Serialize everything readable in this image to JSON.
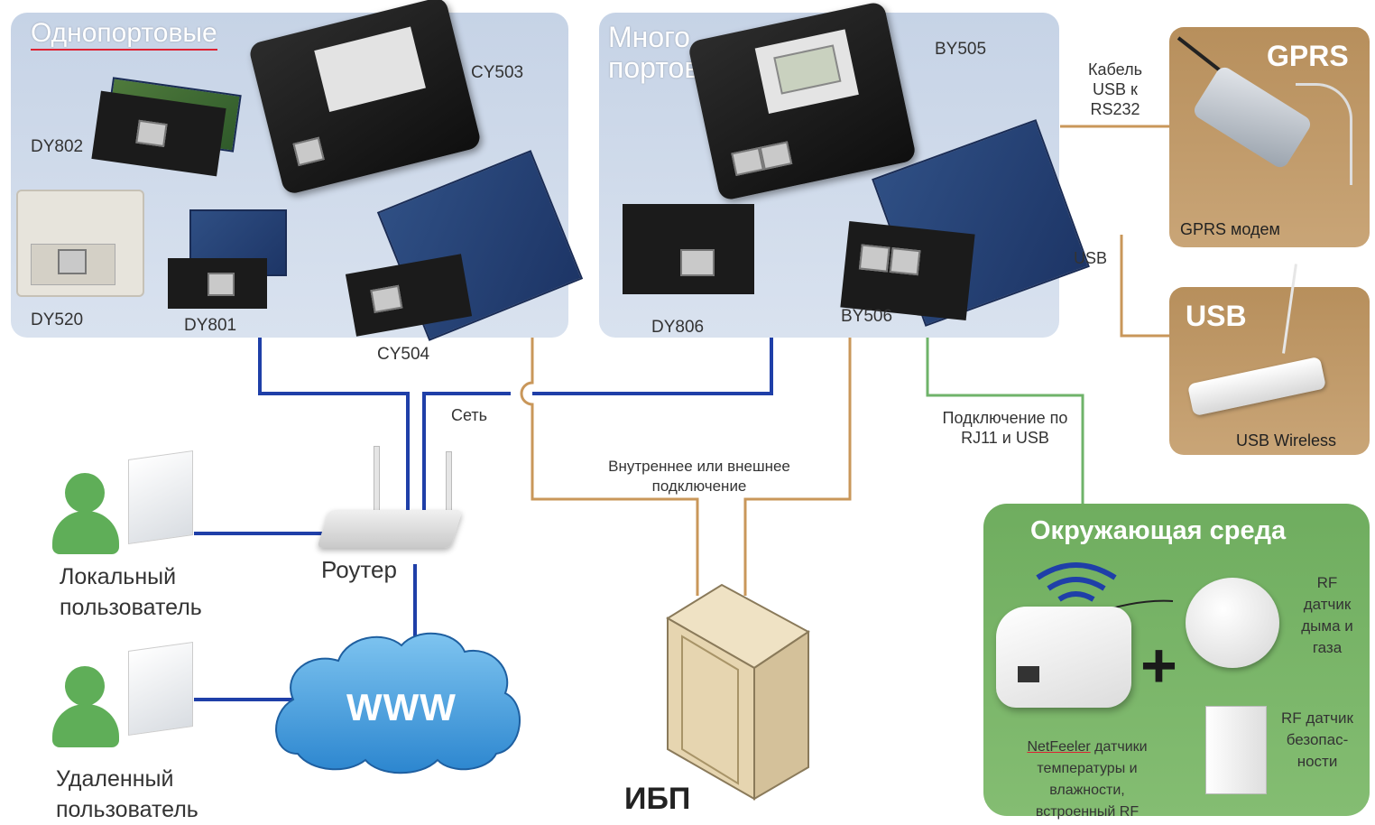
{
  "groups": {
    "single_port": "Однопортовые",
    "multi_port_line1": "Много",
    "multi_port_line2": "портовые"
  },
  "devices": {
    "dy802": "DY802",
    "cy503": "CY503",
    "dy520": "DY520",
    "dy801": "DY801",
    "cy504": "CY504",
    "by505": "BY505",
    "dy806": "DY806",
    "by506": "BY506"
  },
  "connections": {
    "cable_line1": "Кабель",
    "cable_line2": "USB к",
    "cable_line3": "RS232",
    "usb": "USB",
    "network": "Сеть",
    "internal_line1": "Внутреннее или внешнее",
    "internal_line2": "подключение",
    "rj11_line1": "Подключение по",
    "rj11_line2": "RJ11 и USB"
  },
  "peripherals": {
    "gprs_title": "GPRS",
    "gprs_caption": "GPRS модем",
    "usb_title": "USB",
    "usb_caption": "USB Wireless"
  },
  "network_nodes": {
    "local_user_line1": "Локальный",
    "local_user_line2": "пользователь",
    "router": "Роутер",
    "remote_user_line1": "Удаленный",
    "remote_user_line2": "пользователь",
    "www": "WWW",
    "ups": "ИБП"
  },
  "environment": {
    "title": "Окружающая среда",
    "rf_smoke_line1": "RF",
    "rf_smoke_line2": "датчик",
    "rf_smoke_line3": "дыма и",
    "rf_smoke_line4": "газа",
    "netfeeler_line1": "NetFeeler",
    "netfeeler_line1b": "датчики",
    "netfeeler_line2": "температуры и",
    "netfeeler_line3": "влажности,",
    "netfeeler_line4": "встроенный RF",
    "rf_security_line1": "RF датчик",
    "rf_security_line2": "безопас-",
    "rf_security_line3": "ности",
    "plus": "+"
  },
  "colors": {
    "network_line": "#1f3fa8",
    "internal_line": "#c9975a",
    "rj11_line": "#6fb36a",
    "panel_blue": "#cdd8e8",
    "panel_orange": "#bf9866",
    "panel_green": "#77b366"
  }
}
